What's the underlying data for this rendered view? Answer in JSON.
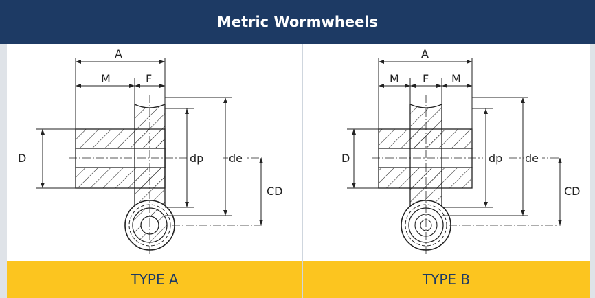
{
  "title": "Metric Wormwheels",
  "colors": {
    "header": "#1d3a64",
    "footer": "#fcc51f",
    "line": "#222222"
  },
  "type_a": {
    "caption": "TYPE A",
    "labels": {
      "A": "A",
      "M": "M",
      "F": "F",
      "D": "D",
      "dp": "dp",
      "de": "de",
      "CD": "CD"
    }
  },
  "type_b": {
    "caption": "TYPE B",
    "labels": {
      "A": "A",
      "M1": "M",
      "F": "F",
      "M2": "M",
      "D": "D",
      "dp": "dp",
      "de": "de",
      "CD": "CD"
    }
  }
}
